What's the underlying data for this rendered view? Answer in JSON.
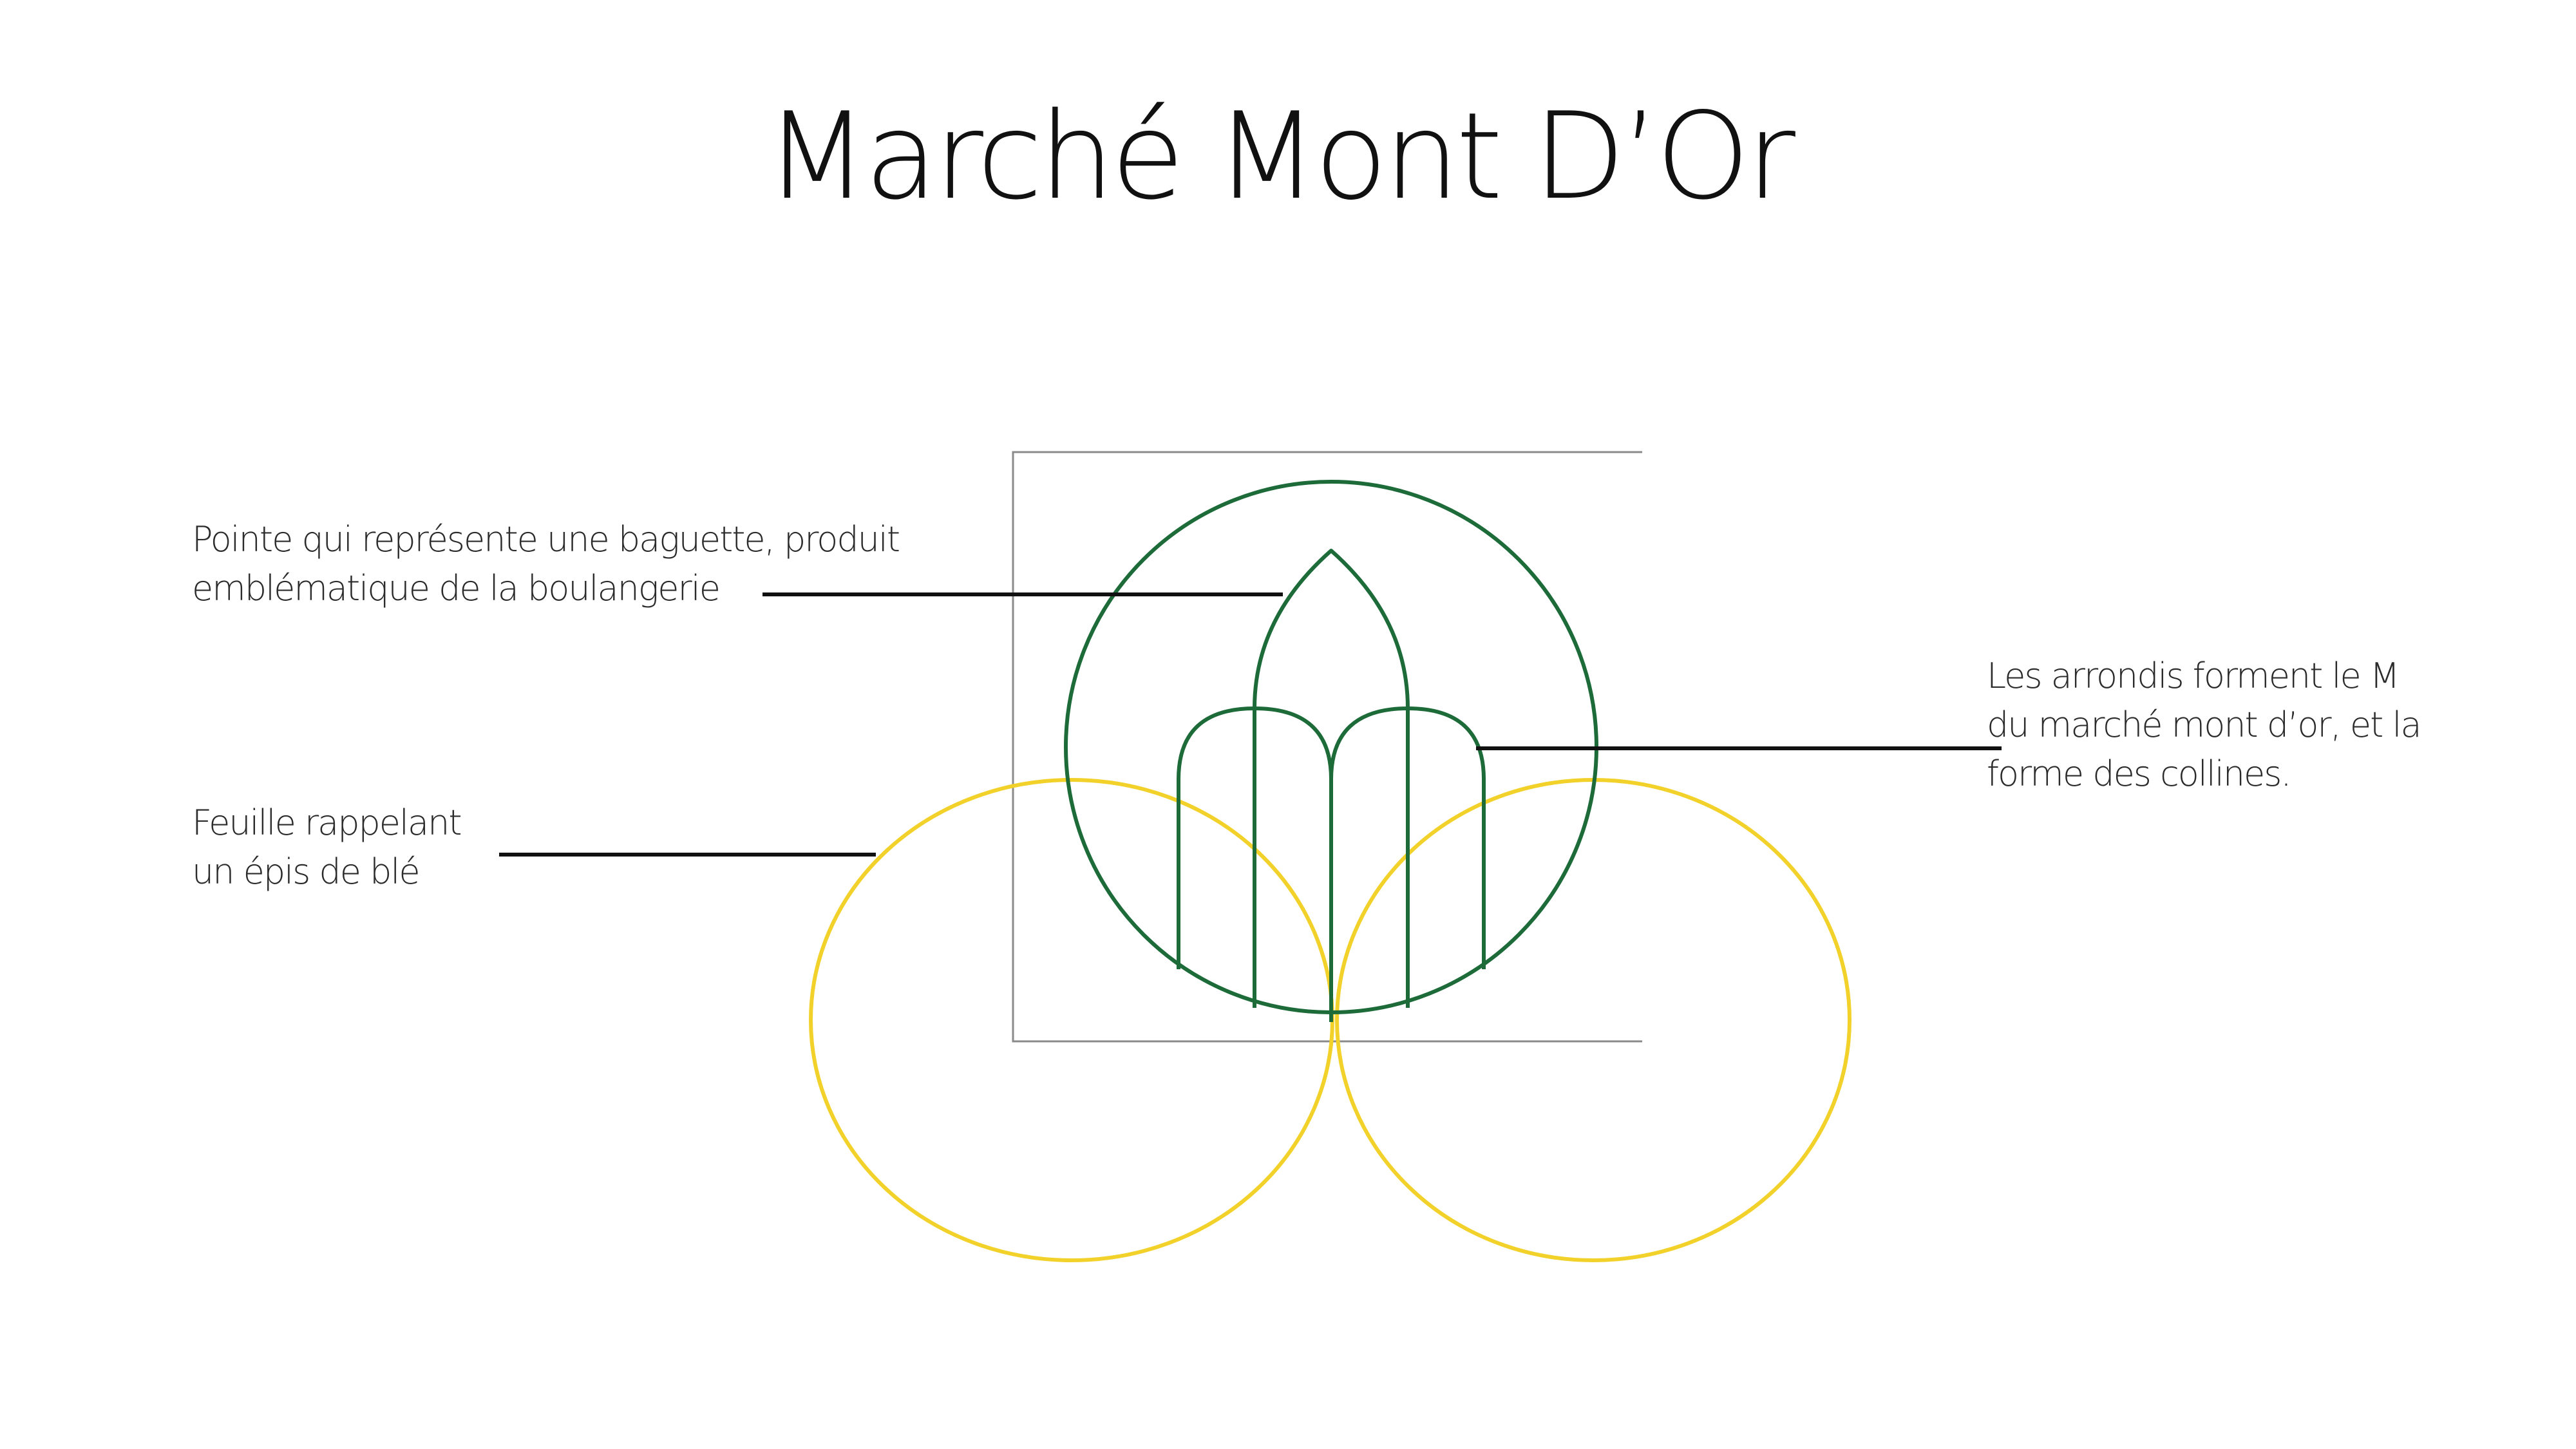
{
  "title": "Marché Mont D’Or",
  "annotations": {
    "baguette": {
      "lines": [
        "Pointe qui représente une baguette, produit",
        "emblématique de la boulangerie"
      ]
    },
    "wheat_leaf": {
      "lines": [
        "Feuille rappelant",
        "un épis de blé"
      ]
    },
    "arches": {
      "lines": [
        "Les arrondis forment le M",
        "du marché mont d’or, et la",
        "forme des collines."
      ]
    }
  },
  "colors": {
    "green": "#1e6b3a",
    "yellow": "#f2d22a",
    "leader_line": "#111111",
    "frame": "#8a8a8a"
  }
}
